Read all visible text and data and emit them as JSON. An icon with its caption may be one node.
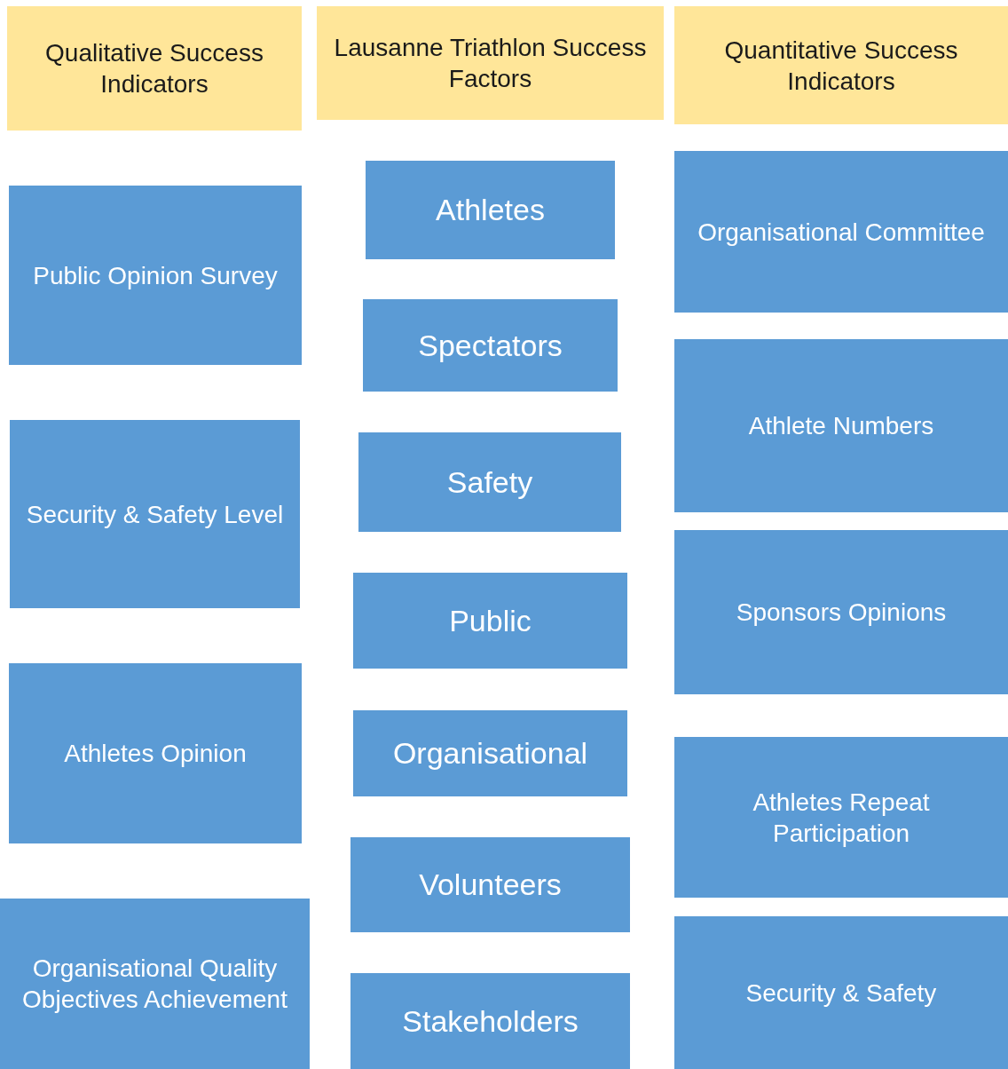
{
  "diagram": {
    "nodes": [
      {
        "text": [
          "Qualitative Success Indicators"
        ]
      },
      {
        "text": [
          "Public Opinion Survey"
        ]
      },
      {
        "text": [
          "Security & Safety Level"
        ]
      },
      {
        "text": [
          "Athletes Opinion"
        ]
      },
      {
        "text": [
          "Organisational Quality Objectives Achievement"
        ]
      },
      {
        "text": [
          "Lausanne Triathlon Success Factors"
        ]
      },
      {
        "text": [
          "Athletes"
        ]
      },
      {
        "text": [
          "Spectators"
        ]
      },
      {
        "text": [
          "Safety"
        ]
      },
      {
        "text": [
          "Public"
        ]
      },
      {
        "text": [
          "Organisational"
        ]
      },
      {
        "text": [
          "Volunteers"
        ]
      },
      {
        "text": [
          "Stakeholders"
        ]
      },
      {
        "text": [
          "Quantitative Success Indicators"
        ]
      },
      {
        "text": [
          "Organisational Committee"
        ]
      },
      {
        "text": [
          "Athlete Numbers"
        ]
      },
      {
        "text": [
          "Sponsors Opinions"
        ]
      },
      {
        "text": [
          "Athletes Repeat Participation"
        ]
      },
      {
        "text": [
          "Security & Safety"
        ]
      }
    ],
    "edges": []
  }
}
